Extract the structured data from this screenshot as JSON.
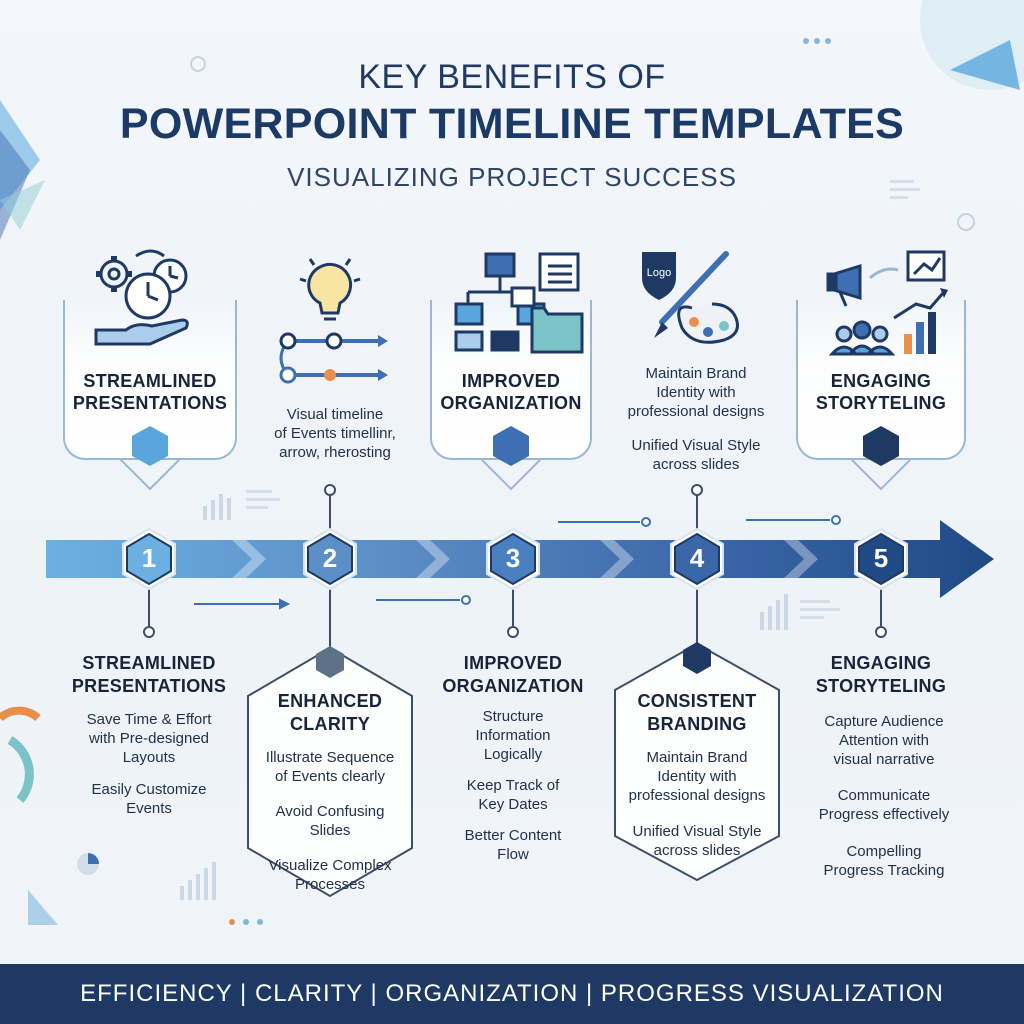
{
  "header": {
    "line1": "KEY BENEFITS OF",
    "line2": "POWERPOINT TIMELINE TEMPLATES",
    "line3": "VISUALIZING PROJECT SUCCESS"
  },
  "colors": {
    "navy": "#1e3a64",
    "blue": "#3d6fb2",
    "light_blue": "#5aa6dc",
    "card_border": "#9bb7d6",
    "accent_orange": "#e8904a",
    "accent_teal": "#7cc3c8"
  },
  "top": {
    "card1": {
      "title": "STREAMLINED\nPRESENTATIONS",
      "icon": "gears-clock-hand-icon"
    },
    "col2": {
      "text": "Visual timeline\nof Events timellinr,\narrow, rherosting",
      "icon": "lightbulb-timeline-icon"
    },
    "card3": {
      "title": "IMPROVED\nORGANIZATION",
      "icon": "folder-hierarchy-icon"
    },
    "col4": {
      "text1": "Maintain Brand\nIdentity with\nprofessional designs",
      "text2": "Unified Visual Style\nacross slides",
      "icon": "brush-palette-icon",
      "logo_text": "Logo"
    },
    "card5": {
      "title": "ENGAGING\nSTORYTELING",
      "icon": "megaphone-chart-icon"
    }
  },
  "steps": [
    "1",
    "2",
    "3",
    "4",
    "5"
  ],
  "bottom": {
    "b1": {
      "title": "STREAMLINED\nPRESENTATIONS",
      "items": [
        "Save Time & Effort\nwith Pre-designed\nLayouts",
        "Easily Customize\nEvents"
      ]
    },
    "b2": {
      "title": "ENHANCED\nCLARITY",
      "items": [
        "Illustrate Sequence\nof Events clearly",
        "Avoid Confusing\nSlides",
        "Visualize Complex\nProcesses"
      ]
    },
    "b3": {
      "title": "IMPROVED\nORGANIZATION",
      "items": [
        "Structure\nInformation\nLogically",
        "Keep Track of\nKey Dates",
        "Better Content\nFlow"
      ]
    },
    "b4": {
      "title": "CONSISTENT\nBRANDING",
      "items": [
        "Maintain Brand\nIdentity with\nprofessional designs",
        "Unified Visual Style\nacross slides"
      ]
    },
    "b5": {
      "title": "ENGAGING\nSTORYTELING",
      "items": [
        "Capture Audience\nAttention with\nvisual narrative",
        "Communicate\nProgress effectively",
        "Compelling\nProgress Tracking"
      ]
    }
  },
  "footer": "EFFICIENCY | CLARITY | ORGANIZATION | PROGRESS VISUALIZATION"
}
